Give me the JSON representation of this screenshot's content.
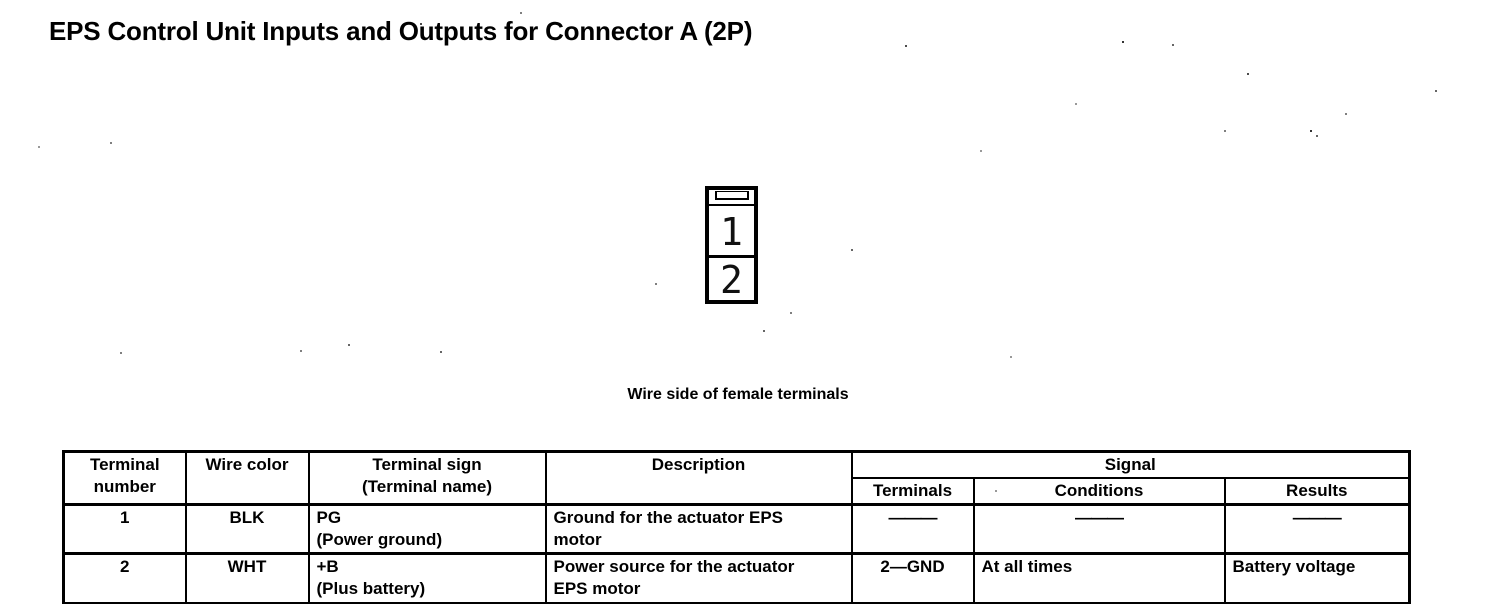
{
  "page": {
    "title": "EPS Control Unit Inputs and Outputs for Connector A (2P)",
    "caption": "Wire side of female terminals"
  },
  "connector": {
    "pins": [
      "1",
      "2"
    ]
  },
  "table": {
    "headers": {
      "terminal_number": "Terminal\nnumber",
      "wire_color": "Wire color",
      "terminal_sign": "Terminal sign\n(Terminal name)",
      "description": "Description",
      "signal": "Signal",
      "terminals": "Terminals",
      "conditions": "Conditions",
      "results": "Results"
    },
    "rows": [
      {
        "terminal_number": "1",
        "wire_color": "BLK",
        "terminal_sign": "PG\n(Power ground)",
        "description": "Ground for the actuator EPS\nmotor",
        "signal_terminals": "———",
        "signal_conditions": "———",
        "signal_results": "———"
      },
      {
        "terminal_number": "2",
        "wire_color": "WHT",
        "terminal_sign": "+B\n(Plus battery)",
        "description": "Power source for the actuator\nEPS motor",
        "signal_terminals": "2—GND",
        "signal_conditions": "At all times",
        "signal_results": "Battery voltage"
      }
    ]
  }
}
